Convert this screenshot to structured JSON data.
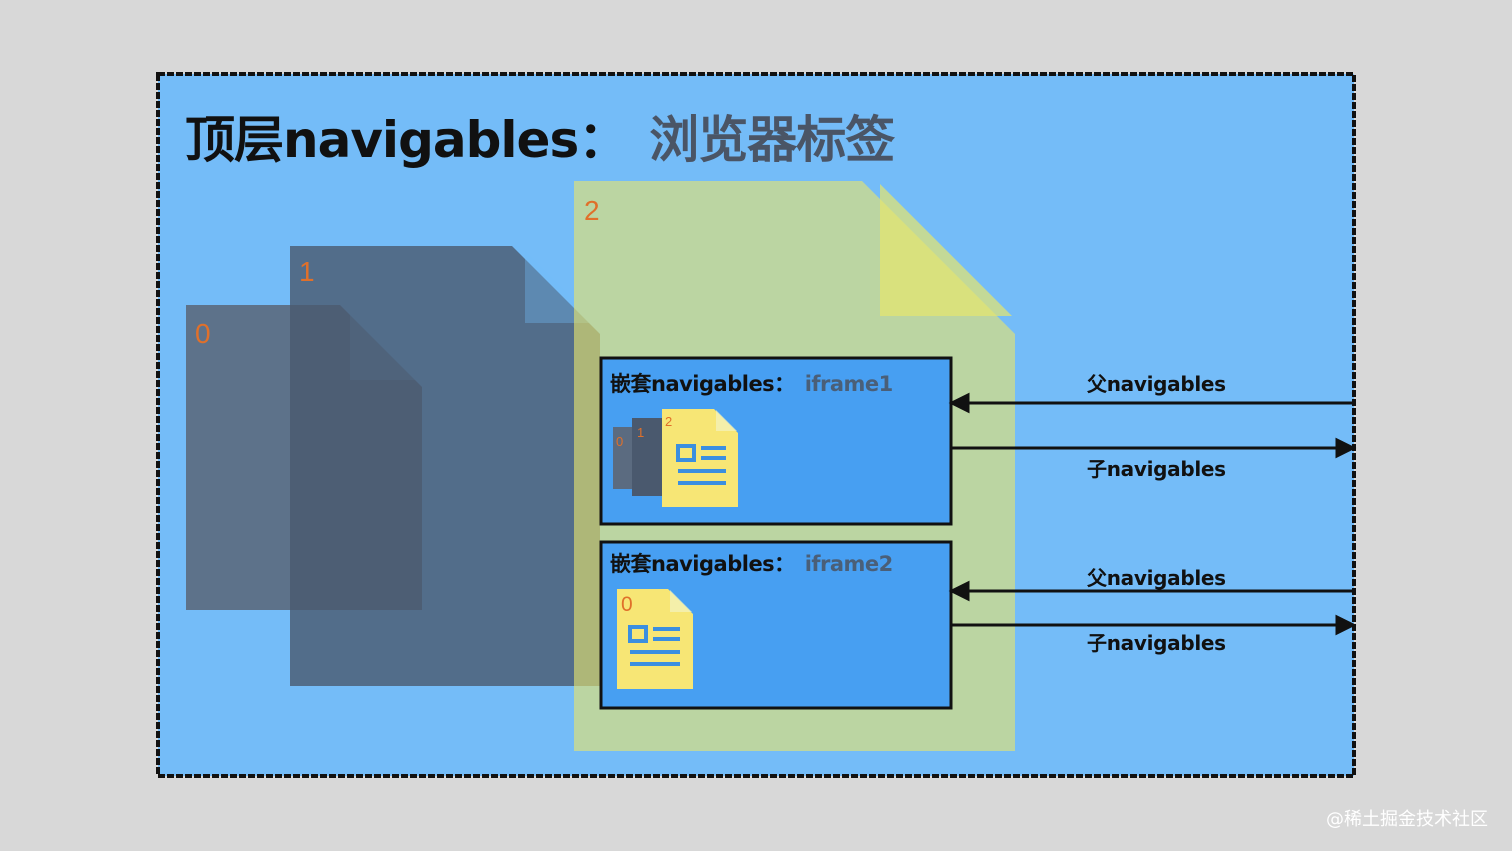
{
  "title": {
    "main": "顶层navigables：",
    "sub": "浏览器标签"
  },
  "top_docs": [
    "0",
    "1",
    "2"
  ],
  "iframes": [
    {
      "label": "嵌套navigables：",
      "name": "iframe1",
      "docs": [
        "0",
        "1",
        "2"
      ]
    },
    {
      "label": "嵌套navigables：",
      "name": "iframe2",
      "docs": [
        "0"
      ]
    }
  ],
  "arrows": [
    {
      "label": "父navigables",
      "direction": "left"
    },
    {
      "label": "子navigables",
      "direction": "right"
    },
    {
      "label": "父navigables",
      "direction": "left"
    },
    {
      "label": "子navigables",
      "direction": "right"
    }
  ],
  "watermark": "@稀土掘金技术社区",
  "colors": {
    "background": "#d8d8d8",
    "outer_box": "#74bcf8",
    "iframe_box": "#479ff2",
    "doc_gray": "#5b6b80",
    "doc_yellow": "#dde387",
    "small_doc_yellow": "#f7e675",
    "number_orange": "#e0702a"
  }
}
